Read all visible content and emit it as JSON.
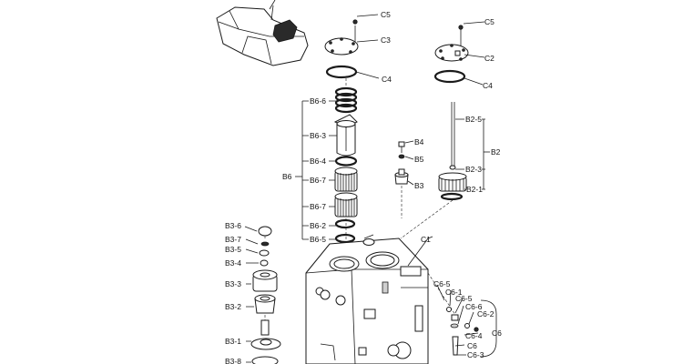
{
  "labels": {
    "c5_left": "C5",
    "c3": "C3",
    "c4_left": "C4",
    "c5_right": "C5",
    "c2": "C2",
    "c4_right": "C4",
    "b6_6": "B6-6",
    "b6_3": "B6-3",
    "b6_4": "B6-4",
    "b6": "B6",
    "b6_7a": "B6-7",
    "b6_7b": "B6-7",
    "b6_2": "B6-2",
    "b6_5": "B6-5",
    "b4": "B4",
    "b5": "B5",
    "b3": "B3",
    "b2_5": "B2-5",
    "b2": "B2",
    "b2_3": "B2-3",
    "b2_1": "B2-1",
    "c1": "C1",
    "b3_6": "B3-6",
    "b3_7": "B3-7",
    "b3_5": "B3-5",
    "b3_4": "B3-4",
    "b3_3": "B3-3",
    "b3_2": "B3-2",
    "b3_1": "B3-1",
    "b3_8": "B3-8",
    "c6_5a": "C6-5",
    "c6_1": "C6-1",
    "c6_5b": "C6-5",
    "c6_6": "C6-6",
    "c6_2": "C6-2",
    "c6_4": "C6-4",
    "c6": "C6",
    "c6_big": "C6",
    "c6_3": "C6-3"
  }
}
